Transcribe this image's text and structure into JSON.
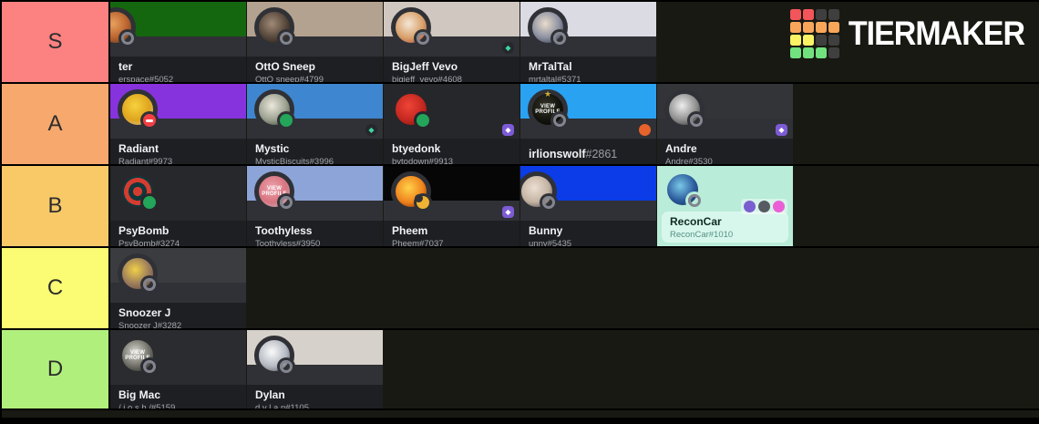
{
  "logo": {
    "text": "TIERMAKER",
    "grid": [
      [
        "#f2555a",
        "#f2555a",
        "#3f3f3f",
        "#3f3f3f"
      ],
      [
        "#f9a65a",
        "#f9a65a",
        "#f9a65a",
        "#f9a65a"
      ],
      [
        "#fbf364",
        "#fbf364",
        "#3f3f3f",
        "#3f3f3f"
      ],
      [
        "#72e27f",
        "#72e27f",
        "#72e27f",
        "#3f3f3f"
      ]
    ]
  },
  "page_bg": "#191913",
  "status_colors": {
    "online": "#23a55a",
    "idle": "#f0b232",
    "dnd": "#f23f43",
    "offline": "#82858f"
  },
  "tiers": [
    {
      "label": "S",
      "color": "#fc8181",
      "cards": [
        {
          "name": "ter",
          "tag": "erspace#5052",
          "banner": "#15670f",
          "avatar": [
            "#e8a05c",
            "#b8622e",
            "#452e22"
          ],
          "status": "offline",
          "crop": "heavy"
        },
        {
          "name": "OttO Sneep",
          "tag": "OttO sneep#4799",
          "banner": "#b3a28f",
          "avatar": [
            "#a08a76",
            "#55463a",
            "#171310"
          ],
          "status": "offline"
        },
        {
          "name": "BigJeff Vevo",
          "tag": "bigjeff_vevo#4608",
          "banner": "#cfc7c0",
          "avatar": [
            "#f4e7d6",
            "#d8a06a",
            "#a33b35"
          ],
          "status": "offline",
          "divider": true,
          "badges": [
            {
              "icon": "nitro-gem-icon",
              "color": "#3dd6a3",
              "bg": "#26272b",
              "shape": "circle"
            }
          ]
        },
        {
          "name": "MrTalTal",
          "tag": "mrtaltal#5371",
          "banner": "#dadbe3",
          "avatar": [
            "#e9dccb",
            "#8a8fa0",
            "#1c2230"
          ],
          "status": "offline"
        }
      ]
    },
    {
      "label": "A",
      "color": "#f6a86d",
      "cards": [
        {
          "name": "Radiant",
          "tag": "Radiant#9973",
          "banner": "#8633dd",
          "avatar": [
            "#f6d23e",
            "#dfa41e",
            "#cfc8b4"
          ],
          "status": "dnd"
        },
        {
          "name": "Mystic",
          "tag": "MysticBiscuits#3996",
          "banner": "#3f86d0",
          "avatar": [
            "#ece8dd",
            "#9aa08e",
            "#2c3428"
          ],
          "status": "online",
          "badges": [
            {
              "icon": "nitro-gem-icon",
              "color": "#3dd6a3",
              "bg": "#26272b",
              "shape": "circle"
            }
          ]
        },
        {
          "name": "btyedonk",
          "tag": "bytodown#9913",
          "banner": "#26272b",
          "mid": "#26272b",
          "avatar": [
            "#f04438",
            "#c42820",
            "#7c100c"
          ],
          "status": "online",
          "badges": [
            {
              "icon": "hypesquad-icon",
              "color": "#ffffff",
              "bg": "#7d5bd6",
              "shape": "square"
            }
          ]
        },
        {
          "name": "irlionswolf",
          "tag": "#2861",
          "inline": true,
          "banner": "#29a2f2",
          "avatar": [
            "#34342a",
            "#14140e",
            "#050503"
          ],
          "status": "offline",
          "overlay": "VIEW PROFILE",
          "star": true,
          "badges": [
            {
              "icon": "emoji-dot-icon",
              "color": "#e8622c",
              "bg": "#e8622c",
              "shape": "circle"
            }
          ]
        },
        {
          "name": "Andre",
          "tag": "Andre#3530",
          "banner": "#333437",
          "avatar": [
            "#ededed",
            "#8f8f8f",
            "#1c1c1c"
          ],
          "status": "offline",
          "badges": [
            {
              "icon": "hypesquad-icon",
              "color": "#ffffff",
              "bg": "#7d5bd6",
              "shape": "square"
            }
          ]
        }
      ]
    },
    {
      "label": "B",
      "color": "#f9c968",
      "cards": [
        {
          "name": "PsyBomb",
          "tag": "PsyBomb#3274",
          "banner": "#27282c",
          "mid": "#27282c",
          "avatar": [
            "#d43c30",
            "#10383c",
            "#d43c30"
          ],
          "avatar_style": "rings",
          "status": "online"
        },
        {
          "name": "Toothyless",
          "tag": "Toothyless#3950",
          "banner": "#8da4d8",
          "avatar": [
            "#eba3ac",
            "#d8747f",
            "#b9c2cc"
          ],
          "status": "offline",
          "overlay": "VIEW PROFILE"
        },
        {
          "name": "Pheem",
          "tag": "Pheem#7037",
          "banner": "#060606",
          "avatar": [
            "#ffd24a",
            "#ef831c",
            "#6e1a08"
          ],
          "status": "idle",
          "badges": [
            {
              "icon": "hypesquad-icon",
              "color": "#ffffff",
              "bg": "#7d5bd6",
              "shape": "square"
            }
          ]
        },
        {
          "name": "Bunny",
          "tag": "unny#5435",
          "banner": "#0b3ce8",
          "avatar": [
            "#ece0d2",
            "#c3b2a2",
            "#33333b"
          ],
          "status": "offline",
          "crop": "light"
        },
        {
          "name": "ReconCar",
          "tag": "ReconCar#1010",
          "theme": "mint",
          "avatar": [
            "#7ac8e8",
            "#2c5c9c",
            "#13294e"
          ],
          "status": "offline",
          "badges": [
            {
              "icon": "hypesquad-icon",
              "color": "#7a5fd0",
              "bg": "#7a5fd0",
              "shape": "circle"
            },
            {
              "icon": "badge-icon",
              "color": "#565b63",
              "bg": "#565b63",
              "shape": "circle"
            },
            {
              "icon": "badge-icon",
              "color": "#ea5fd6",
              "bg": "#ea5fd6",
              "shape": "circle"
            }
          ]
        }
      ]
    },
    {
      "label": "C",
      "color": "#fbfb74",
      "cards": [
        {
          "name": "Snoozer J",
          "tag": "Snoozer J#3282",
          "banner": "#3b3c40",
          "avatar": [
            "#f0d048",
            "#9a7a5c",
            "#5c463c"
          ],
          "status": "offline"
        }
      ]
    },
    {
      "label": "D",
      "color": "#b1ef7c",
      "cards": [
        {
          "name": "Big Mac",
          "tag": "/ j o s h /#5159",
          "banner": "#2b2c30",
          "mid": "#2b2c30",
          "avatar": [
            "#d8d8d0",
            "#6e6e66",
            "#1c1c1c"
          ],
          "status": "offline",
          "overlay": "VIEW PROFILE"
        },
        {
          "name": "Dylan",
          "tag": "d y l a n#1105",
          "banner": "#d6d2cb",
          "avatar": [
            "#fafafa",
            "#b5bac2",
            "#3e3e46"
          ],
          "status": "offline"
        }
      ]
    }
  ]
}
